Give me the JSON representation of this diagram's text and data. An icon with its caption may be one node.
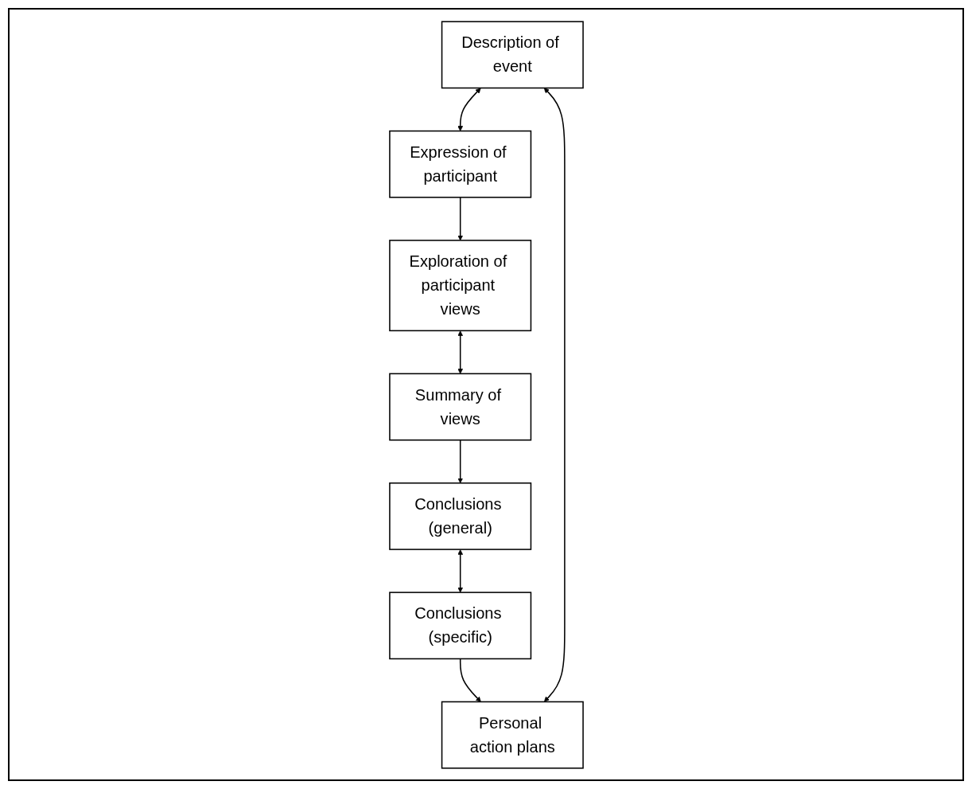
{
  "diagram": {
    "nodes": [
      {
        "text": [
          "Description of event"
        ]
      },
      {
        "text": [
          "Expression of participant"
        ]
      },
      {
        "text": [
          "Exploration of participant views"
        ]
      },
      {
        "text": [
          "Summary of views"
        ]
      },
      {
        "text": [
          "Conclusions (general)"
        ]
      },
      {
        "text": [
          "Conclusions (specific)"
        ]
      },
      {
        "text": [
          "Personal action plans"
        ]
      }
    ],
    "edges": [
      {
        "from": 0,
        "to": 1,
        "arrow": "both"
      },
      {
        "from": 1,
        "to": 2,
        "arrow": "to"
      },
      {
        "from": 2,
        "to": 3,
        "arrow": "both"
      },
      {
        "from": 3,
        "to": 4,
        "arrow": "to"
      },
      {
        "from": 4,
        "to": 5,
        "arrow": "both"
      },
      {
        "from": 5,
        "to": 6,
        "arrow": "to"
      },
      {
        "from": 6,
        "to": 0,
        "arrow": "both"
      }
    ]
  }
}
